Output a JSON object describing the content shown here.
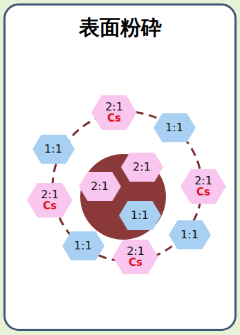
{
  "diagram": {
    "title": "表面粉砕",
    "nodes": [
      {
        "text": []
      },
      {
        "text": [
          "2:1"
        ],
        "in": 0
      },
      {
        "text": [
          "2:1"
        ],
        "in": 0
      },
      {
        "text": [
          "1:1"
        ],
        "in": 0
      },
      {
        "text": [
          "2:1",
          "Cs"
        ]
      },
      {
        "text": [
          "1:1"
        ]
      },
      {
        "text": [
          "1:1"
        ]
      },
      {
        "text": [
          "2:1",
          "Cs"
        ]
      },
      {
        "text": [
          "2:1",
          "Cs"
        ]
      },
      {
        "text": [
          "1:1"
        ]
      },
      {
        "text": [
          "1:1"
        ]
      },
      {
        "text": [
          "2:1",
          "Cs"
        ]
      }
    ]
  }
}
